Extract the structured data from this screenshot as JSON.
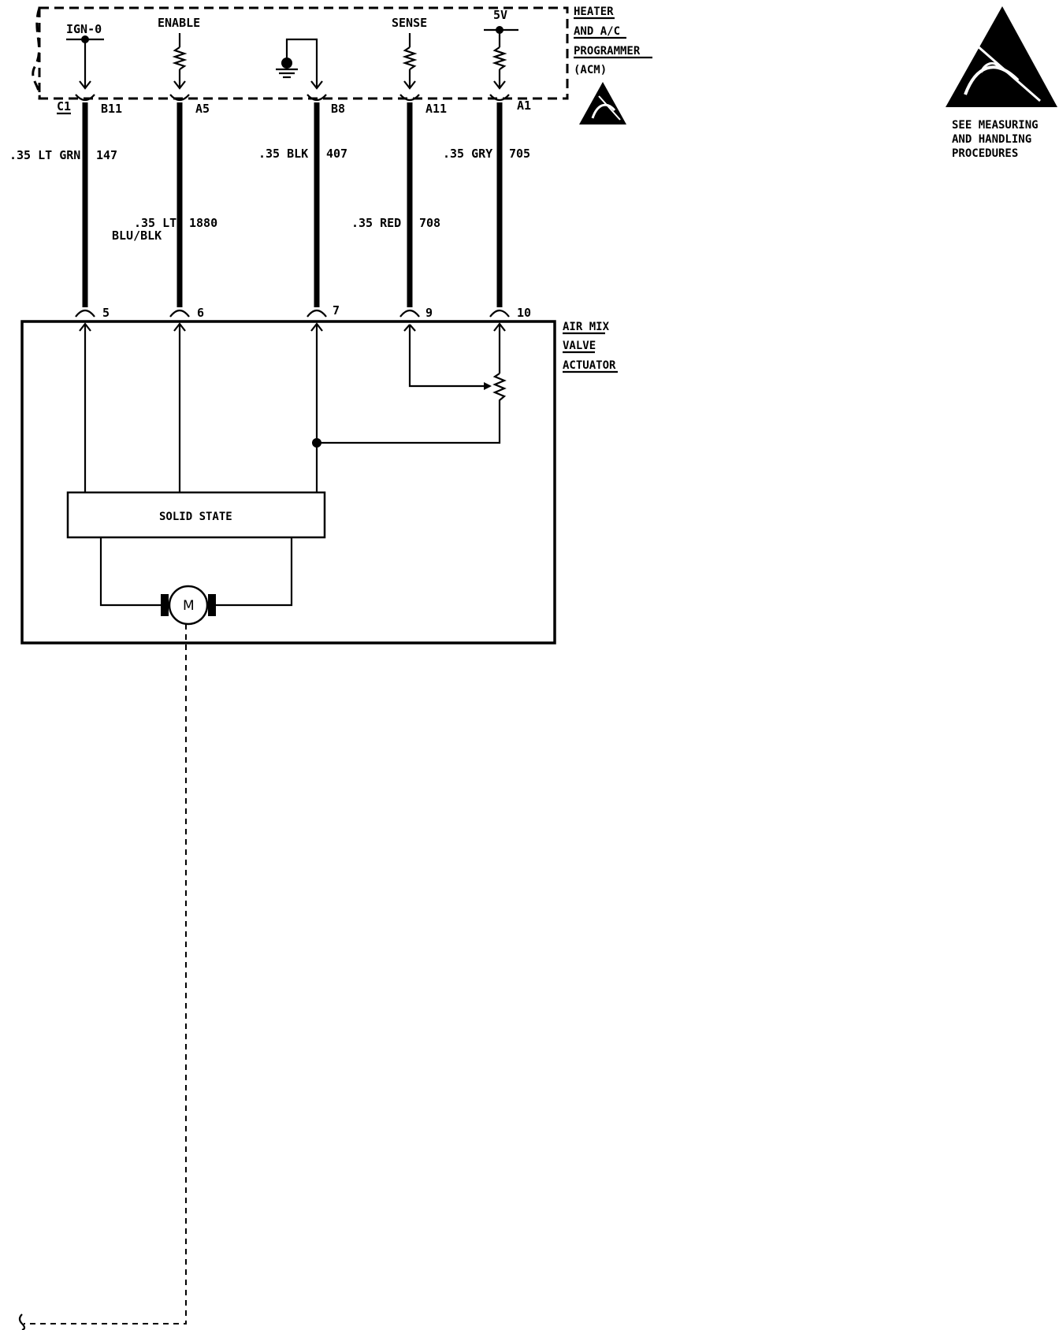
{
  "module": {
    "name_lines": [
      "HEATER",
      "AND A/C",
      "PROGRAMMER",
      "(ACM)"
    ],
    "connector": "C1"
  },
  "actuator": {
    "name_lines": [
      "AIR MIX",
      "VALVE",
      "ACTUATOR"
    ],
    "solid_state_label": "SOLID STATE",
    "motor_label": "M"
  },
  "esd_notice": {
    "lines": [
      "SEE MEASURING",
      "AND HANDLING",
      "PROCEDURES"
    ]
  },
  "circuits": [
    {
      "top_label": "IGN-0",
      "module_pin": "B11",
      "wire_lines": [
        ".35 LT GRN"
      ],
      "circuit_number": "147",
      "actuator_pin": "5"
    },
    {
      "top_label": "ENABLE",
      "module_pin": "A5",
      "wire_lines": [
        ".35 LT",
        "BLU/BLK"
      ],
      "circuit_number": "1880",
      "actuator_pin": "6"
    },
    {
      "top_label": "",
      "module_pin": "B8",
      "wire_lines": [
        ".35 BLK"
      ],
      "circuit_number": "407",
      "actuator_pin": "7"
    },
    {
      "top_label": "SENSE",
      "module_pin": "A11",
      "wire_lines": [
        ".35 RED"
      ],
      "circuit_number": "708",
      "actuator_pin": "9"
    },
    {
      "top_label": "5V",
      "module_pin": "A1",
      "wire_lines": [
        ".35 GRY"
      ],
      "circuit_number": "705",
      "actuator_pin": "10"
    }
  ]
}
